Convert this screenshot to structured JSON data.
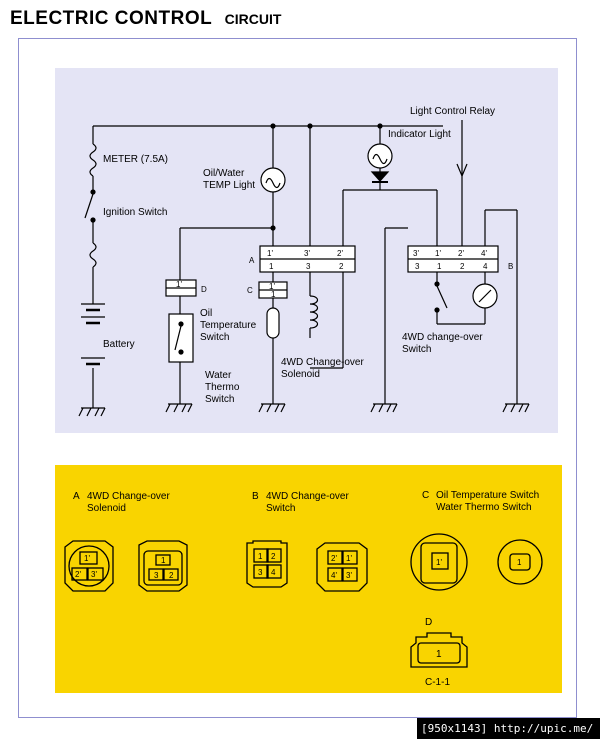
{
  "title": {
    "main": "ELECTRIC CONTROL",
    "sub": "CIRCUIT"
  },
  "circuit": {
    "labels": {
      "meter": "METER (7.5A)",
      "ignition": "Ignition Switch",
      "battery": "Battery",
      "oil_water_1": "Oil/Water",
      "oil_water_2": "TEMP Light",
      "indicator": "Indicator Light",
      "relay": "Light Control Relay",
      "oil_temp_1": "Oil",
      "oil_temp_2": "Temperature",
      "oil_temp_3": "Switch",
      "water_1": "Water",
      "water_2": "Thermo",
      "water_3": "Switch",
      "solenoid_1": "4WD Change-over",
      "solenoid_2": "Solenoid",
      "change_sw_1": "4WD change-over",
      "change_sw_2": "Switch"
    },
    "markers": {
      "a": "A",
      "b": "B",
      "c": "C",
      "d": "D"
    },
    "connector_a_top": [
      "1'",
      "3'",
      "2'"
    ],
    "connector_a_bottom": [
      "1",
      "3",
      "2"
    ],
    "connector_b_top": [
      "3'",
      "1'",
      "2'",
      "4'"
    ],
    "connector_b_bottom": [
      "3",
      "1",
      "2",
      "4"
    ],
    "connector_c_top": "1'",
    "connector_c_bottom": "1",
    "connector_d": "1'"
  },
  "connectors": {
    "a_letter": "A",
    "a_title_1": "4WD Change-over",
    "a_title_2": "Solenoid",
    "b_letter": "B",
    "b_title_1": "4WD Change-over",
    "b_title_2": "Switch",
    "c_letter": "C",
    "c_title_1": "Oil Temperature Switch",
    "c_title_2": "Water Thermo Switch",
    "d_letter": "D",
    "a_left_pins": [
      "1'",
      "2'",
      "3'"
    ],
    "a_right_pins": [
      "1",
      "3",
      "2"
    ],
    "b_left_pins": [
      "1",
      "2",
      "3",
      "4"
    ],
    "b_right_pins": [
      "2'",
      "1'",
      "4'",
      "3'"
    ],
    "c_left_pin": "1'",
    "c_right_pin": "1",
    "d_pin": "1",
    "page_code": "C-1-1"
  },
  "footer": "[950x1143] http://upic.me/"
}
